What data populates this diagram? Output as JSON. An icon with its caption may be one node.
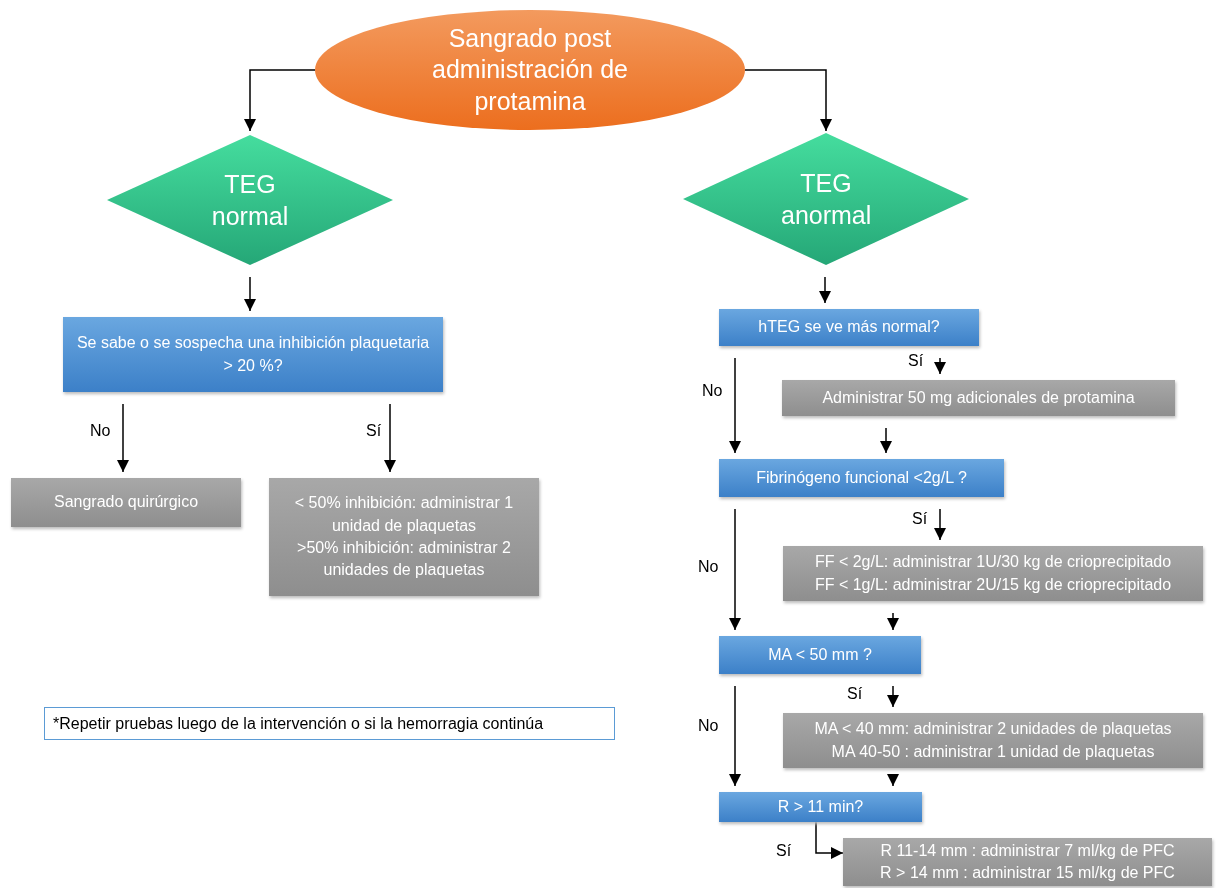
{
  "diagram": {
    "nodes": [
      {
        "text": [
          "Sangrado post administración de protamina"
        ]
      },
      {
        "text": [
          "TEG normal"
        ]
      },
      {
        "text": [
          "TEG anormal"
        ]
      },
      {
        "text": [
          "Se sabe o se sospecha una inhibición plaquetaria > 20 %?"
        ]
      },
      {
        "text": [
          "Sangrado quirúrgico"
        ]
      },
      {
        "text": [
          "< 50% inhibición: administrar 1 unidad de plaquetas",
          ">50% inhibición: administrar 2 unidades de plaquetas"
        ]
      },
      {
        "text": [
          "hTEG se ve más normal?"
        ]
      },
      {
        "text": [
          "Administrar 50 mg adicionales de protamina"
        ]
      },
      {
        "text": [
          "Fibrinógeno funcional <2g/L ?"
        ]
      },
      {
        "text": [
          "FF < 2g/L: administrar 1U/30 kg de crioprecipitado",
          "FF < 1g/L: administrar 2U/15 kg de crioprecipitado"
        ]
      },
      {
        "text": [
          "MA < 50 mm ?"
        ]
      },
      {
        "text": [
          "MA < 40 mm: administrar 2 unidades de plaquetas",
          "MA 40-50 : administrar 1 unidad de plaquetas"
        ]
      },
      {
        "text": [
          "R > 11 min?"
        ]
      },
      {
        "text": [
          "R 11-14 mm : administrar 7 ml/kg de PFC",
          "R > 14 mm : administrar 15 ml/kg de PFC"
        ]
      },
      {
        "text": [
          "*Repetir pruebas luego de la intervención o si la hemorragia continúa"
        ]
      }
    ],
    "edges": [
      {
        "from": 0,
        "to": 1,
        "arrow": "to"
      },
      {
        "from": 0,
        "to": 2,
        "arrow": "to"
      },
      {
        "from": 1,
        "to": 3,
        "arrow": "to"
      },
      {
        "from": 3,
        "to": 4,
        "arrow": "to",
        "label": "No"
      },
      {
        "from": 3,
        "to": 5,
        "arrow": "to",
        "label": "Sí"
      },
      {
        "from": 2,
        "to": 6,
        "arrow": "to"
      },
      {
        "from": 6,
        "to": 7,
        "arrow": "to",
        "label": "Sí"
      },
      {
        "from": 6,
        "to": 8,
        "arrow": "to",
        "label": "No"
      },
      {
        "from": 7,
        "to": 8,
        "arrow": "to"
      },
      {
        "from": 8,
        "to": 9,
        "arrow": "to",
        "label": "Sí"
      },
      {
        "from": 8,
        "to": 10,
        "arrow": "to",
        "label": "No"
      },
      {
        "from": 9,
        "to": 10,
        "arrow": "to"
      },
      {
        "from": 10,
        "to": 11,
        "arrow": "to",
        "label": "Sí"
      },
      {
        "from": 10,
        "to": 12,
        "arrow": "to",
        "label": "No"
      },
      {
        "from": 11,
        "to": 12,
        "arrow": "to"
      },
      {
        "from": 12,
        "to": 13,
        "arrow": "to",
        "label": "Sí"
      }
    ]
  }
}
